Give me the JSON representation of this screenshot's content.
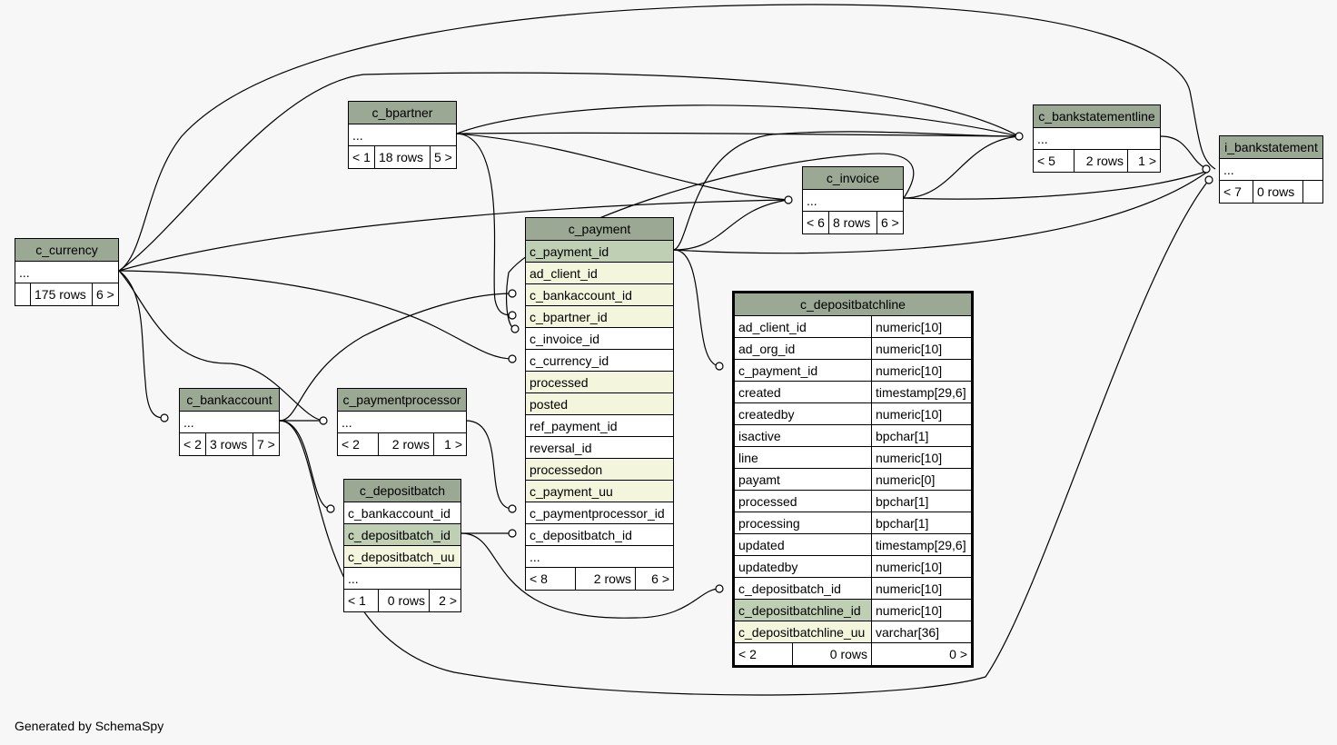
{
  "diagram": {
    "tables": {
      "c_currency": {
        "name": "c_currency",
        "cols": [
          "..."
        ],
        "stats": [
          "",
          "175 rows",
          "6 >"
        ]
      },
      "c_bpartner": {
        "name": "c_bpartner",
        "cols": [
          "..."
        ],
        "stats": [
          "< 1",
          "18 rows",
          "5 >"
        ]
      },
      "c_bankaccount": {
        "name": "c_bankaccount",
        "cols": [
          "..."
        ],
        "stats": [
          "< 2",
          "3 rows",
          "7 >"
        ]
      },
      "c_paymentprocessor": {
        "name": "c_paymentprocessor",
        "cols": [
          "..."
        ],
        "stats": [
          "< 2",
          "2 rows",
          "1 >"
        ]
      },
      "c_depositbatch": {
        "name": "c_depositbatch",
        "cols": [
          "c_bankaccount_id",
          "c_depositbatch_id",
          "c_depositbatch_uu",
          "..."
        ],
        "stats": [
          "< 1",
          "0 rows",
          "2 >"
        ]
      },
      "c_payment": {
        "name": "c_payment",
        "cols": [
          "c_payment_id",
          "ad_client_id",
          "c_bankaccount_id",
          "c_bpartner_id",
          "c_invoice_id",
          "c_currency_id",
          "processed",
          "posted",
          "ref_payment_id",
          "reversal_id",
          "processedon",
          "c_payment_uu",
          "c_paymentprocessor_id",
          "c_depositbatch_id",
          "..."
        ],
        "stats": [
          "< 8",
          "2 rows",
          "6 >"
        ]
      },
      "c_invoice": {
        "name": "c_invoice",
        "cols": [
          "..."
        ],
        "stats": [
          "< 6",
          "8 rows",
          "6 >"
        ]
      },
      "c_bankstatementline": {
        "name": "c_bankstatementline",
        "cols": [
          "..."
        ],
        "stats": [
          "< 5",
          "2 rows",
          "1 >"
        ]
      },
      "i_bankstatement": {
        "name": "i_bankstatement",
        "cols": [
          "..."
        ],
        "stats": [
          "< 7",
          "0 rows",
          ""
        ]
      },
      "c_depositbatchline": {
        "name": "c_depositbatchline",
        "cols": [
          [
            "ad_client_id",
            "numeric[10]"
          ],
          [
            "ad_org_id",
            "numeric[10]"
          ],
          [
            "c_payment_id",
            "numeric[10]"
          ],
          [
            "created",
            "timestamp[29,6]"
          ],
          [
            "createdby",
            "numeric[10]"
          ],
          [
            "isactive",
            "bpchar[1]"
          ],
          [
            "line",
            "numeric[10]"
          ],
          [
            "payamt",
            "numeric[0]"
          ],
          [
            "processed",
            "bpchar[1]"
          ],
          [
            "processing",
            "bpchar[1]"
          ],
          [
            "updated",
            "timestamp[29,6]"
          ],
          [
            "updatedby",
            "numeric[10]"
          ],
          [
            "c_depositbatch_id",
            "numeric[10]"
          ],
          [
            "c_depositbatchline_id",
            "numeric[10]"
          ],
          [
            "c_depositbatchline_uu",
            "varchar[36]"
          ]
        ],
        "stats": [
          "< 2",
          "0 rows",
          "0 >"
        ]
      }
    },
    "footer": "Generated by SchemaSpy"
  },
  "colors": {
    "header": "#9ba894",
    "primary_key": "#bfcfb4",
    "indexed": "#f3f6dc",
    "background": "#f7f7f7"
  }
}
